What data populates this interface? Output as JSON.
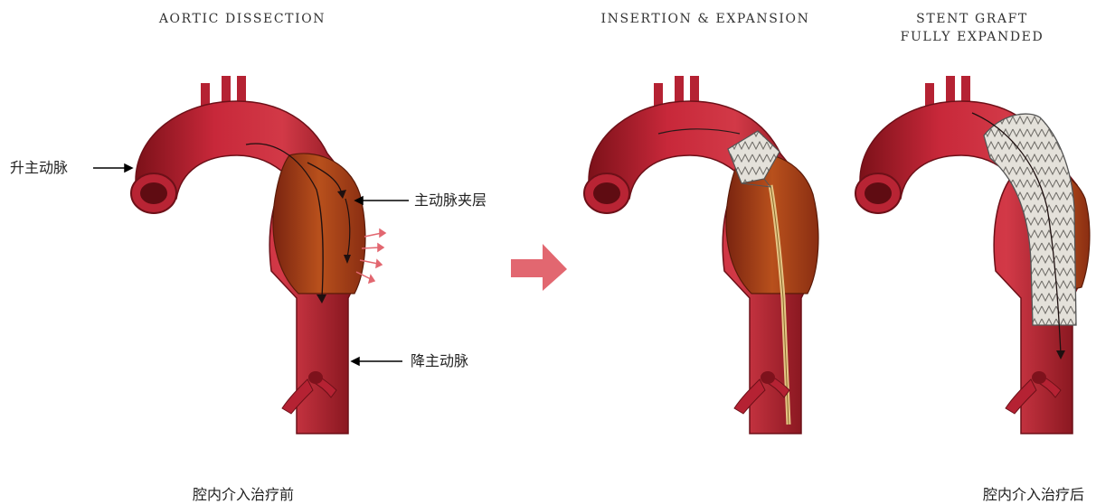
{
  "titles": {
    "dissection": "AORTIC DISSECTION",
    "insertion": "INSERTION & EXPANSION",
    "stent_line1": "STENT GRAFT",
    "stent_line2": "FULLY EXPANDED"
  },
  "labels": {
    "ascending": "升主动脉",
    "dissection_layer": "主动脉夹层",
    "descending": "降主动脉"
  },
  "captions": {
    "before": "腔内介入治疗前",
    "after": "腔内介入治疗后"
  },
  "colors": {
    "aorta": "#c8283a",
    "aorta_dark": "#8e1a22",
    "false_lumen": "#a8401a",
    "arrow_accent": "#e26770",
    "stent": "#d8d4cc"
  },
  "icons": [
    "right-arrow-icon"
  ]
}
